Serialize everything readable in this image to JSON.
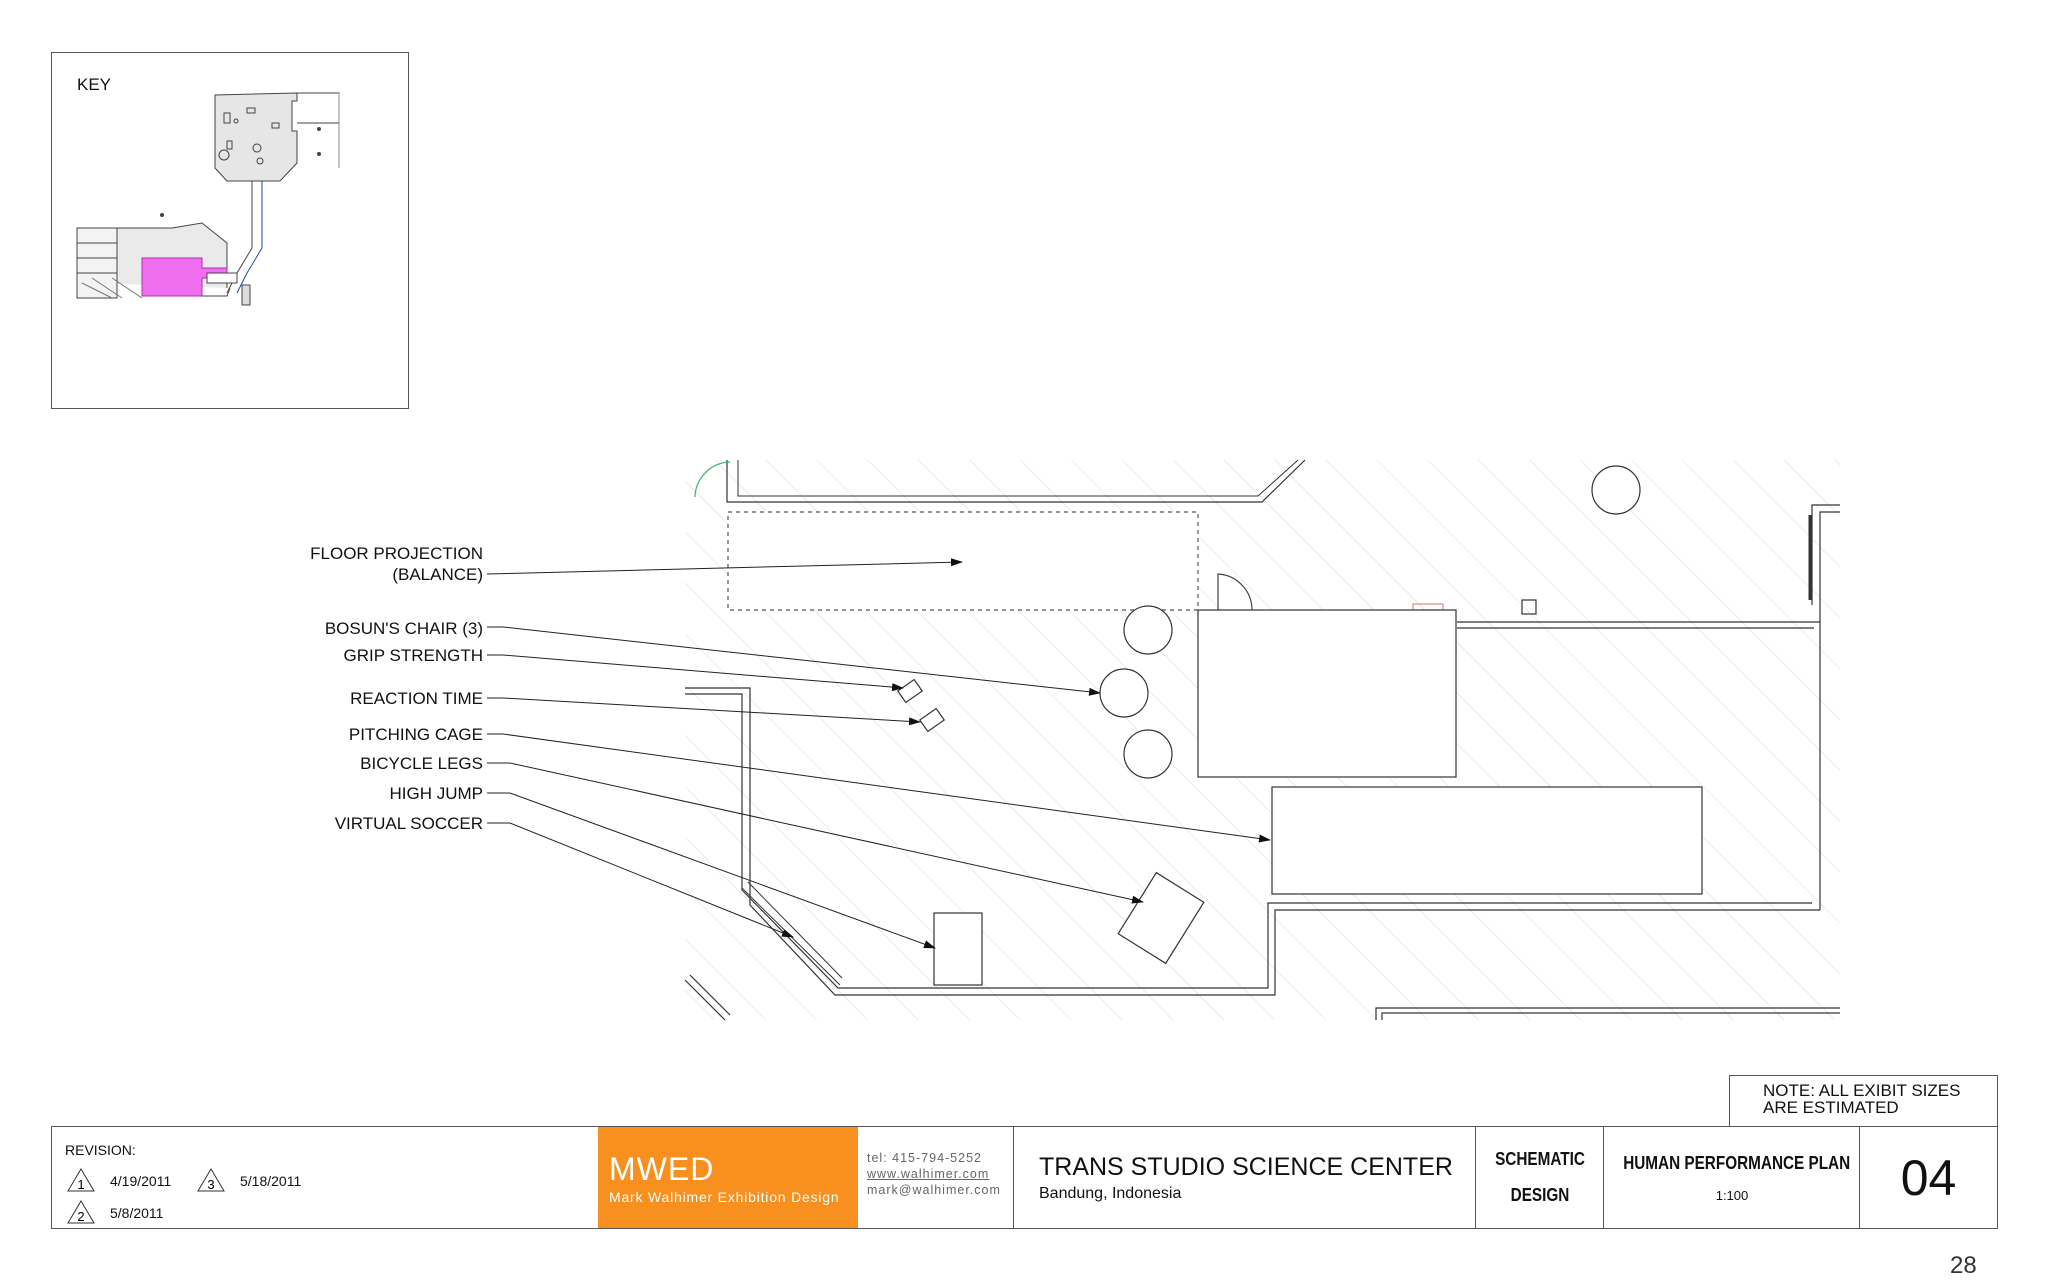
{
  "key": {
    "title": "KEY"
  },
  "callouts": [
    {
      "line1": "FLOOR PROJECTION",
      "line2": "(BALANCE)"
    },
    {
      "line1": "BOSUN'S CHAIR (3)"
    },
    {
      "line1": "GRIP STRENGTH"
    },
    {
      "line1": "REACTION TIME"
    },
    {
      "line1": "PITCHING CAGE"
    },
    {
      "line1": "BICYCLE LEGS"
    },
    {
      "line1": "HIGH JUMP"
    },
    {
      "line1": "VIRTUAL SOCCER"
    }
  ],
  "note": {
    "line1": "NOTE: ALL EXIBIT SIZES",
    "line2": "ARE ESTIMATED"
  },
  "revision": {
    "label": "REVISION:",
    "entries": [
      {
        "num": "1",
        "date": "4/19/2011"
      },
      {
        "num": "3",
        "date": "5/18/2011"
      },
      {
        "num": "2",
        "date": "5/8/2011"
      }
    ]
  },
  "firm": {
    "logo": "MWED",
    "name": "Mark Walhimer Exhibition Design",
    "tel": "tel: 415-794-5252",
    "web": "www.walhimer.com",
    "email": "mark@walhimer.com",
    "brand_color": "#F7901E"
  },
  "project": {
    "title": "TRANS STUDIO SCIENCE CENTER",
    "location": "Bandung, Indonesia"
  },
  "phase": {
    "line1": "SCHEMATIC",
    "line2": "DESIGN"
  },
  "sheet": {
    "title": "HUMAN PERFORMANCE PLAN",
    "scale": "1:100",
    "number": "04"
  },
  "page_number": "28",
  "colors": {
    "highlight": "#F06EF0",
    "door": "#3CB371"
  }
}
